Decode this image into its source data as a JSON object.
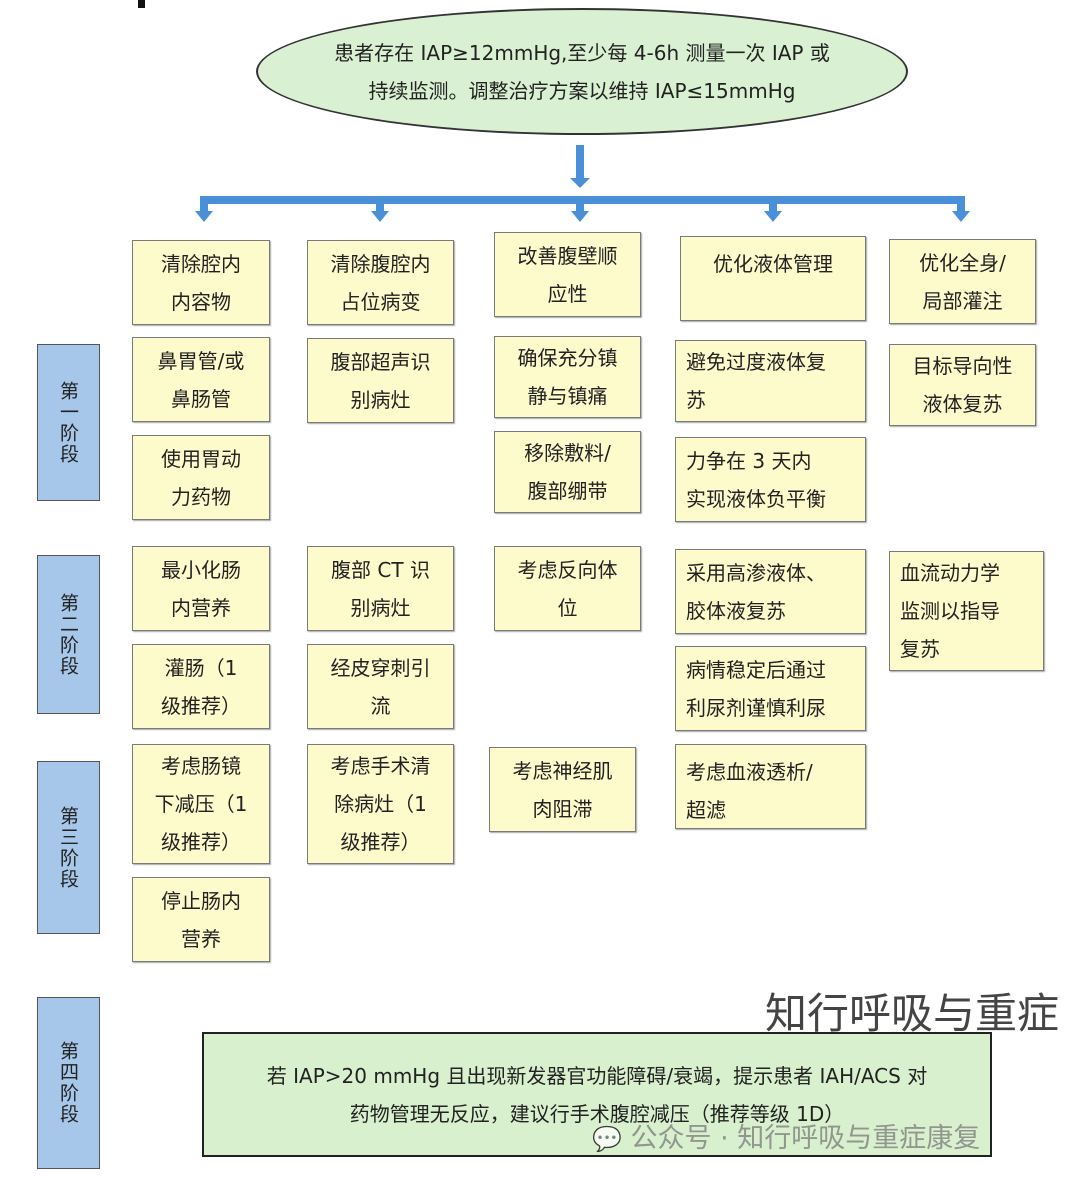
{
  "header": "患者存在 IAP≥12mmHg,至少每 4-6h 测量一次 IAP 或|持续监测。调整治疗方案以维持 IAP≤15mmHg",
  "header_lines": [
    "患者存在 IAP≥12mmHg,至少每 4-6h 测量一次 IAP 或",
    "持续监测。调整治疗方案以维持 IAP≤15mmHg"
  ],
  "stages": [
    "第一阶段",
    "第二阶段",
    "第三阶段",
    "第四阶段"
  ],
  "boxes": {
    "c1": [
      [
        "清除腔内",
        "内容物"
      ],
      [
        "鼻胃管/或",
        "鼻肠管"
      ],
      [
        "使用胃动",
        "力药物"
      ],
      [
        "最小化肠",
        "内营养"
      ],
      [
        "灌肠（1",
        "级推荐）"
      ],
      [
        "考虑肠镜",
        "下减压（1",
        "级推荐）"
      ],
      [
        "停止肠内",
        "营养"
      ]
    ],
    "c2": [
      [
        "清除腹腔内",
        "占位病变"
      ],
      [
        "腹部超声识",
        "别病灶"
      ],
      [
        "腹部 CT 识",
        "别病灶"
      ],
      [
        "经皮穿刺引",
        "流"
      ],
      [
        "考虑手术清",
        "除病灶（1",
        "级推荐）"
      ]
    ],
    "c3": [
      [
        "改善腹壁顺",
        "应性"
      ],
      [
        "确保充分镇",
        "静与镇痛"
      ],
      [
        "移除敷料/",
        "腹部绷带"
      ],
      [
        "考虑反向体",
        "位"
      ],
      [
        "考虑神经肌",
        "肉阻滞"
      ]
    ],
    "c4": [
      [
        "优化液体管理"
      ],
      [
        "避免过度液体复",
        "苏"
      ],
      [
        "力争在 3 天内",
        "实现液体负平衡"
      ],
      [
        "采用高渗液体、",
        "胶体液复苏"
      ],
      [
        "病情稳定后通过",
        "利尿剂谨慎利尿"
      ],
      [
        "考虑血液透析/",
        "超滤"
      ]
    ],
    "c5": [
      [
        "优化全身/",
        "局部灌注"
      ],
      [
        "目标导向性",
        "液体复苏"
      ],
      [
        "血流动力学",
        "监测以指导",
        "复苏"
      ]
    ]
  },
  "final_lines": [
    "若  IAP>20 mmHg  且出现新发器官功能障碍/衰竭，提示患者 IAH/ACS 对",
    "药物管理无反应，建议行手术腹腔减压（推荐等级  1D）"
  ],
  "watermark_title": "知行呼吸与重症",
  "watermark_account": "公众号 · 知行呼吸与重症康复",
  "colors": {
    "arrow": "#4a90d9",
    "box": "#fdfbcc",
    "stage": "#a7c7ea",
    "ellipse": "#daf0d2"
  }
}
